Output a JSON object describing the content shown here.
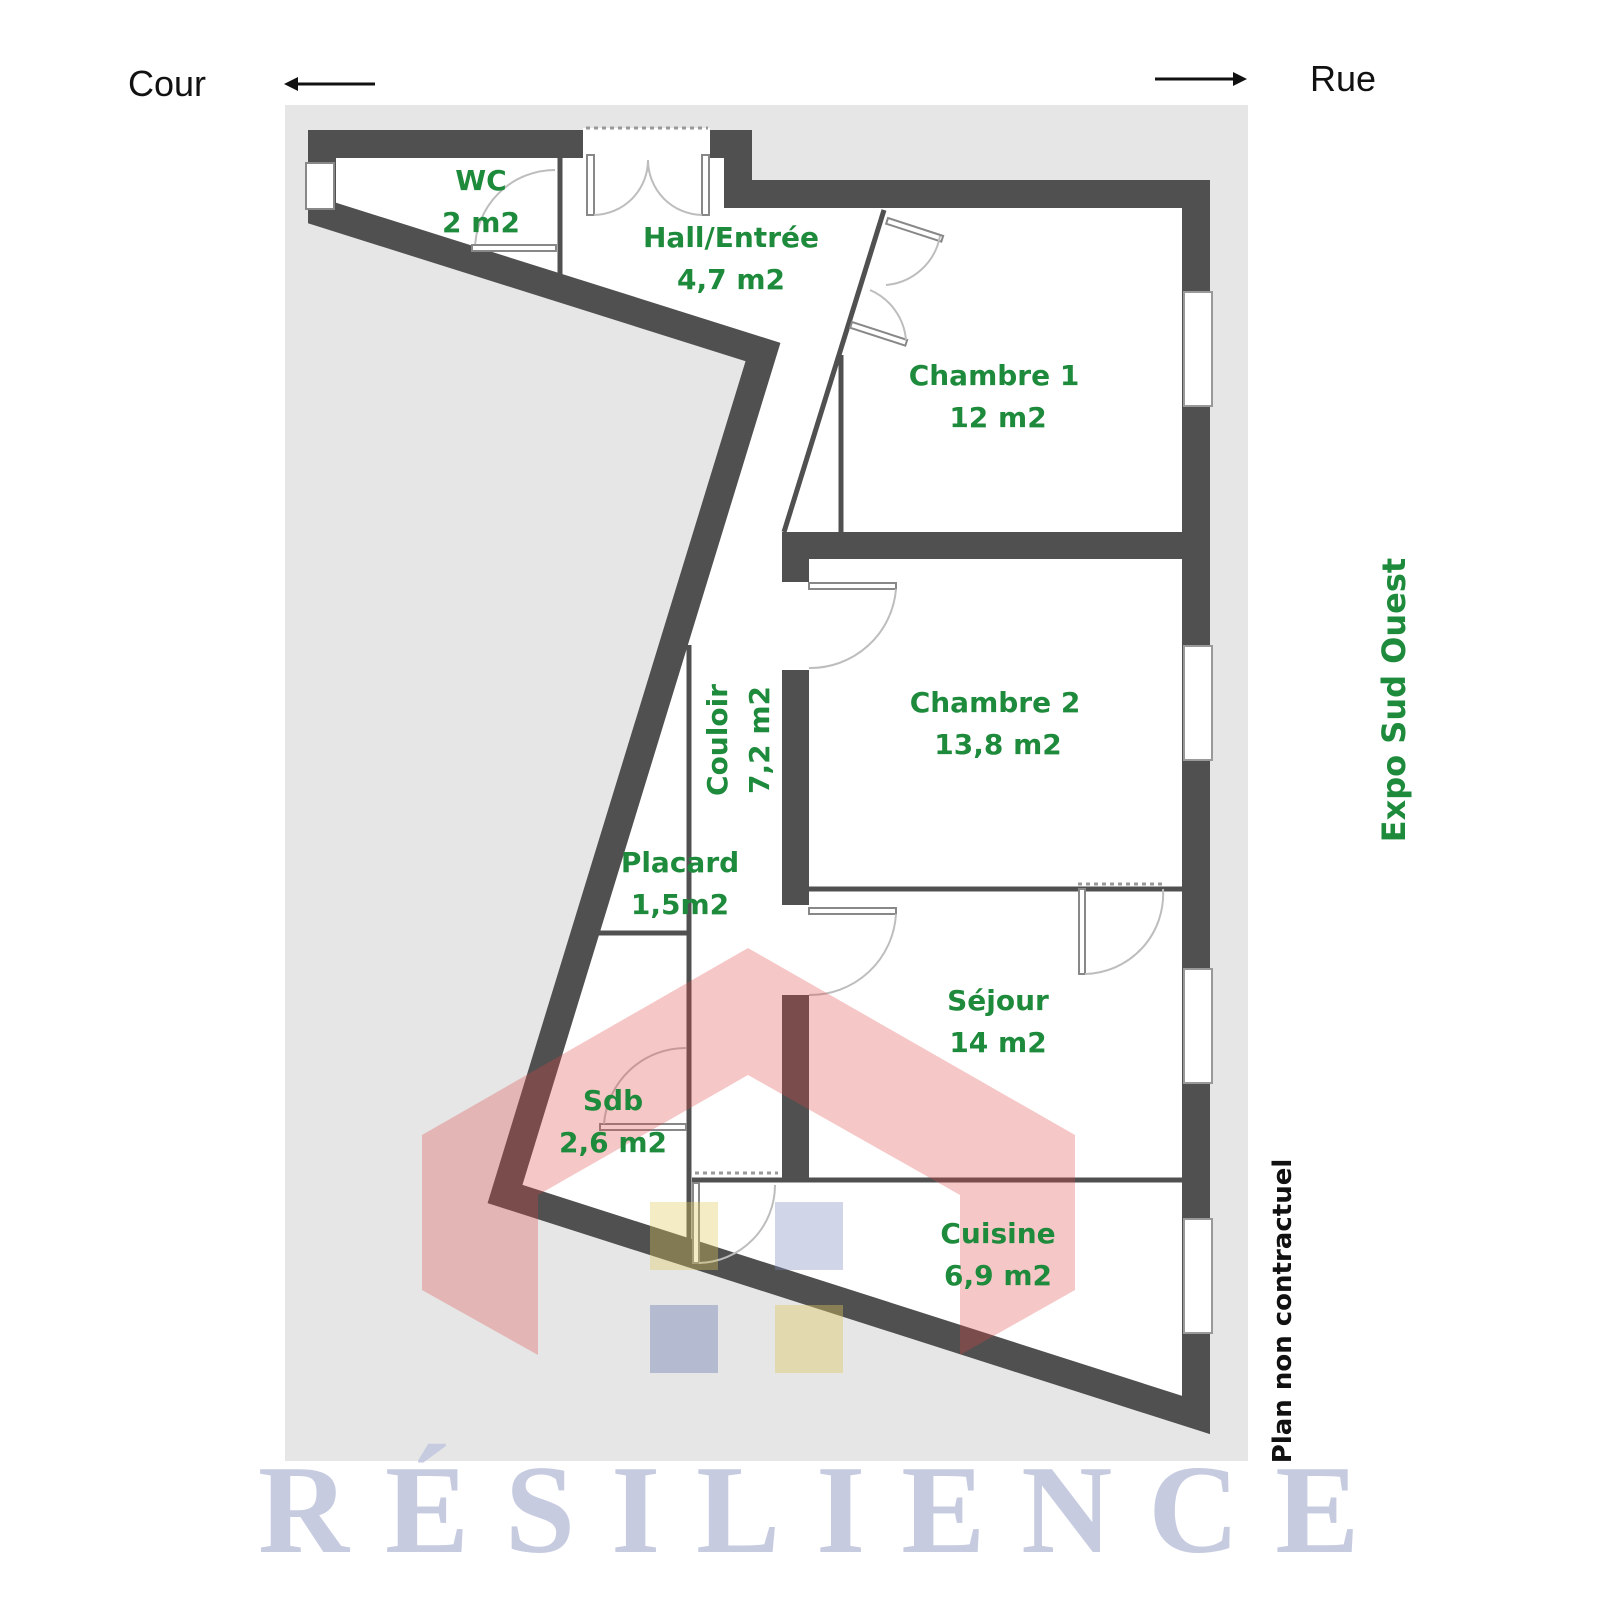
{
  "orientation": {
    "left_label": "Cour",
    "right_label": "Rue",
    "exposure": "Expo Sud Ouest",
    "disclaimer": "Plan non contractuel"
  },
  "rooms": [
    {
      "name": "WC",
      "area": "2 m2"
    },
    {
      "name": "Hall/Entrée",
      "area": "4,7 m2"
    },
    {
      "name": "Chambre 1",
      "area": "12 m2"
    },
    {
      "name": "Chambre 2",
      "area": "13,8 m2"
    },
    {
      "name": "Couloir",
      "area": "7,2 m2"
    },
    {
      "name": "Placard",
      "area": "1,5m2"
    },
    {
      "name": "Séjour",
      "area": "14 m2"
    },
    {
      "name": "Sdb",
      "area": "2,6 m2"
    },
    {
      "name": "Cuisine",
      "area": "6,9 m2"
    }
  ],
  "watermark": {
    "brand": "RÉSILIENCE"
  },
  "colors": {
    "label": "#1e8a3c",
    "wall": "#505050",
    "background": "#e6e6e6"
  }
}
